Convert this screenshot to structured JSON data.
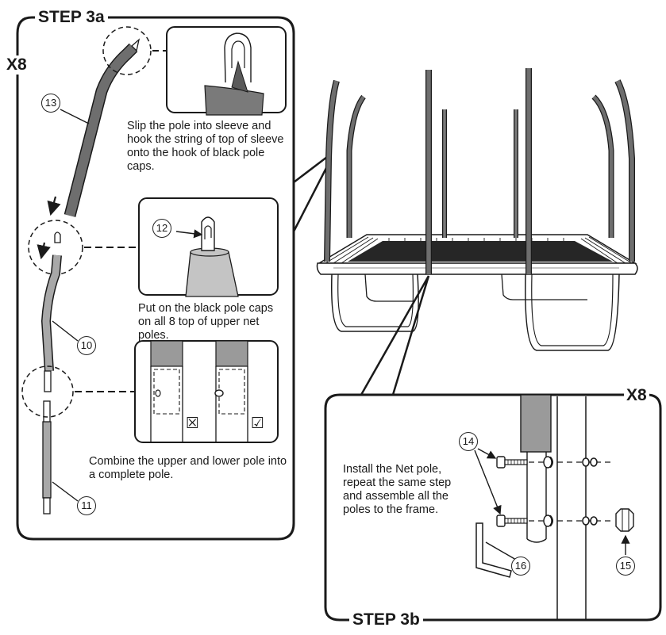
{
  "step_3a": {
    "title": "STEP 3a",
    "quantity": "X8",
    "instruction_1": "Slip the pole into sleeve and hook the string of top of sleeve onto the hook of black pole caps.",
    "instruction_2": "Put on the black pole caps on all 8 top of upper net poles.",
    "instruction_3": "Combine the upper and lower pole into a complete pole.",
    "wrong_mark": "☒",
    "right_mark": "☑"
  },
  "step_3b": {
    "title": "STEP 3b",
    "quantity": "X8",
    "instruction": "Install the Net pole, repeat the same step and assemble all the poles to the frame."
  },
  "part_numbers": {
    "p10": "10",
    "p11": "11",
    "p12": "12",
    "p13": "13",
    "p14": "14",
    "p15": "15",
    "p16": "16"
  },
  "colors": {
    "line": "#1a1a1a",
    "pole_dark": "#6e6e6e",
    "pole_mid": "#9a9a9a",
    "pole_light": "#c4c4c4",
    "mat": "#262626",
    "bg": "#ffffff"
  },
  "icons": [
    "arrow-down-icon",
    "checkbox-wrong-icon",
    "checkbox-right-icon"
  ]
}
